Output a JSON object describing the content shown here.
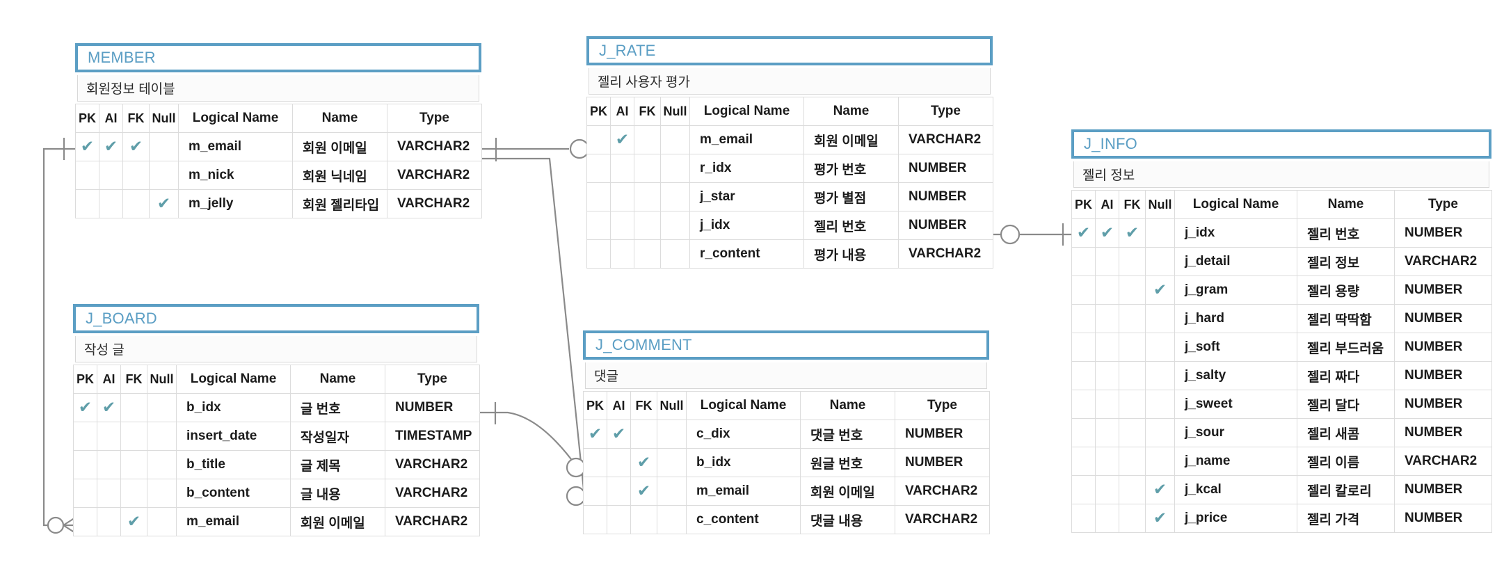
{
  "diagram": {
    "title": "Jelly database ER diagram",
    "notation": "crow's foot",
    "accent_color": "#5b9ec4",
    "check_color": "#5f9ea9",
    "grid_color": "#dcdcdc",
    "column_headers": [
      "PK",
      "AI",
      "FK",
      "Null",
      "Logical Name",
      "Name",
      "Type"
    ],
    "check_glyph": "✔"
  },
  "entities": [
    {
      "id": "member",
      "name": "MEMBER",
      "comment": "회원정보 테이블",
      "columns": [
        {
          "pk": true,
          "ai": true,
          "fk": true,
          "nullable": false,
          "logical": "m_email",
          "name": "회원 이메일",
          "type": "VARCHAR2"
        },
        {
          "pk": false,
          "ai": false,
          "fk": false,
          "nullable": false,
          "logical": "m_nick",
          "name": "회원 닉네임",
          "type": "VARCHAR2"
        },
        {
          "pk": false,
          "ai": false,
          "fk": false,
          "nullable": true,
          "logical": "m_jelly",
          "name": "회원 젤리타입",
          "type": "VARCHAR2"
        }
      ]
    },
    {
      "id": "j_rate",
      "name": "J_RATE",
      "comment": "젤리 사용자 평가",
      "columns": [
        {
          "pk": false,
          "ai": true,
          "fk": false,
          "nullable": false,
          "logical": "m_email",
          "name": "회원 이메일",
          "type": "VARCHAR2"
        },
        {
          "pk": false,
          "ai": false,
          "fk": false,
          "nullable": false,
          "logical": "r_idx",
          "name": "평가 번호",
          "type": "NUMBER"
        },
        {
          "pk": false,
          "ai": false,
          "fk": false,
          "nullable": false,
          "logical": "j_star",
          "name": "평가 별점",
          "type": "NUMBER"
        },
        {
          "pk": false,
          "ai": false,
          "fk": false,
          "nullable": false,
          "logical": "j_idx",
          "name": "젤리 번호",
          "type": "NUMBER"
        },
        {
          "pk": false,
          "ai": false,
          "fk": false,
          "nullable": false,
          "logical": "r_content",
          "name": "평가 내용",
          "type": "VARCHAR2"
        }
      ]
    },
    {
      "id": "j_info",
      "name": "J_INFO",
      "comment": "젤리 정보",
      "columns": [
        {
          "pk": true,
          "ai": true,
          "fk": true,
          "nullable": false,
          "logical": "j_idx",
          "name": "젤리 번호",
          "type": "NUMBER"
        },
        {
          "pk": false,
          "ai": false,
          "fk": false,
          "nullable": false,
          "logical": "j_detail",
          "name": "젤리 정보",
          "type": "VARCHAR2"
        },
        {
          "pk": false,
          "ai": false,
          "fk": false,
          "nullable": true,
          "logical": "j_gram",
          "name": "젤리 용량",
          "type": "NUMBER"
        },
        {
          "pk": false,
          "ai": false,
          "fk": false,
          "nullable": false,
          "logical": "j_hard",
          "name": "젤리 딱딱함",
          "type": "NUMBER"
        },
        {
          "pk": false,
          "ai": false,
          "fk": false,
          "nullable": false,
          "logical": "j_soft",
          "name": "젤리 부드러움",
          "type": "NUMBER"
        },
        {
          "pk": false,
          "ai": false,
          "fk": false,
          "nullable": false,
          "logical": "j_salty",
          "name": "젤리 짜다",
          "type": "NUMBER"
        },
        {
          "pk": false,
          "ai": false,
          "fk": false,
          "nullable": false,
          "logical": "j_sweet",
          "name": "젤리 달다",
          "type": "NUMBER"
        },
        {
          "pk": false,
          "ai": false,
          "fk": false,
          "nullable": false,
          "logical": "j_sour",
          "name": "젤리 새콤",
          "type": "NUMBER"
        },
        {
          "pk": false,
          "ai": false,
          "fk": false,
          "nullable": false,
          "logical": "j_name",
          "name": "젤리 이름",
          "type": "VARCHAR2"
        },
        {
          "pk": false,
          "ai": false,
          "fk": false,
          "nullable": true,
          "logical": "j_kcal",
          "name": "젤리 칼로리",
          "type": "NUMBER"
        },
        {
          "pk": false,
          "ai": false,
          "fk": false,
          "nullable": true,
          "logical": "j_price",
          "name": "젤리 가격",
          "type": "NUMBER"
        }
      ]
    },
    {
      "id": "j_board",
      "name": "J_BOARD",
      "comment": "작성 글",
      "columns": [
        {
          "pk": true,
          "ai": true,
          "fk": false,
          "nullable": false,
          "logical": "b_idx",
          "name": "글 번호",
          "type": "NUMBER"
        },
        {
          "pk": false,
          "ai": false,
          "fk": false,
          "nullable": false,
          "logical": "insert_date",
          "name": "작성일자",
          "type": "TIMESTAMP"
        },
        {
          "pk": false,
          "ai": false,
          "fk": false,
          "nullable": false,
          "logical": "b_title",
          "name": "글 제목",
          "type": "VARCHAR2"
        },
        {
          "pk": false,
          "ai": false,
          "fk": false,
          "nullable": false,
          "logical": "b_content",
          "name": "글 내용",
          "type": "VARCHAR2"
        },
        {
          "pk": false,
          "ai": false,
          "fk": true,
          "nullable": false,
          "logical": "m_email",
          "name": "회원 이메일",
          "type": "VARCHAR2"
        }
      ]
    },
    {
      "id": "j_comment",
      "name": "J_COMMENT",
      "comment": "댓글",
      "columns": [
        {
          "pk": true,
          "ai": true,
          "fk": false,
          "nullable": false,
          "logical": "c_dix",
          "name": "댓글 번호",
          "type": "NUMBER"
        },
        {
          "pk": false,
          "ai": false,
          "fk": true,
          "nullable": false,
          "logical": "b_idx",
          "name": "원글 번호",
          "type": "NUMBER"
        },
        {
          "pk": false,
          "ai": false,
          "fk": true,
          "nullable": false,
          "logical": "m_email",
          "name": "회원 이메일",
          "type": "VARCHAR2"
        },
        {
          "pk": false,
          "ai": false,
          "fk": false,
          "nullable": false,
          "logical": "c_content",
          "name": "댓글 내용",
          "type": "VARCHAR2"
        }
      ]
    }
  ],
  "relationships": [
    {
      "id": "member-jrate",
      "from": "MEMBER.m_email",
      "to": "J_RATE.m_email",
      "from_card": "one",
      "to_card": "zero-or-many"
    },
    {
      "id": "member-jboard",
      "from": "MEMBER.m_email",
      "to": "J_BOARD.m_email",
      "from_card": "one",
      "to_card": "zero-or-many"
    },
    {
      "id": "member-jcomment",
      "from": "MEMBER.m_email",
      "to": "J_COMMENT.m_email",
      "from_card": "one",
      "to_card": "zero-or-many"
    },
    {
      "id": "jboard-jcomment",
      "from": "J_BOARD.b_idx",
      "to": "J_COMMENT.b_idx",
      "from_card": "one",
      "to_card": "zero-or-many"
    },
    {
      "id": "jrate-jinfo",
      "from": "J_RATE.j_idx",
      "to": "J_INFO.j_idx",
      "from_card": "zero-or-one",
      "to_card": "one"
    }
  ]
}
